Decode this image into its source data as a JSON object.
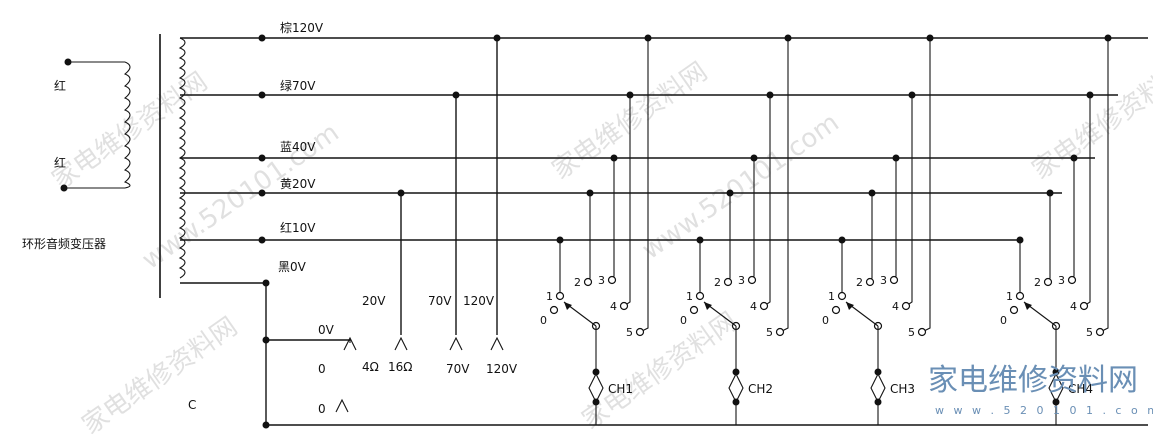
{
  "primary": {
    "lead_top": "红",
    "lead_bottom": "红",
    "transformer_name": "环形音频变压器"
  },
  "taps": [
    {
      "id": "t120",
      "label": "棕120V"
    },
    {
      "id": "t70",
      "label": "绿70V"
    },
    {
      "id": "t40",
      "label": "蓝40V"
    },
    {
      "id": "t20",
      "label": "黄20V"
    },
    {
      "id": "t10",
      "label": "红10V"
    },
    {
      "id": "t0",
      "label": "黑0V"
    }
  ],
  "outputs": {
    "v20": "20V",
    "v70": "70V",
    "v120": "120V",
    "ov": "0V",
    "zero": "0",
    "ohm4": "4Ω",
    "ohm16": "16Ω",
    "v70b": "70V",
    "v120b": "120V",
    "zero2": "0"
  },
  "channels": [
    {
      "name": "CH1",
      "pos": [
        "0",
        "1",
        "2",
        "3",
        "4",
        "5"
      ]
    },
    {
      "name": "CH2",
      "pos": [
        "0",
        "1",
        "2",
        "3",
        "4",
        "5"
      ]
    },
    {
      "name": "CH3",
      "pos": [
        "0",
        "1",
        "2",
        "3",
        "4",
        "5"
      ]
    },
    {
      "name": "CH4",
      "pos": [
        "0",
        "1",
        "2",
        "3",
        "4",
        "5"
      ]
    }
  ],
  "capacitor_label": "C",
  "watermark": {
    "text": "家电维修资料网",
    "url": "www.520101.com",
    "logo_text": "家电维修资料网",
    "logo_url": "w w w . 5 2 0 1 0 1 . c o m"
  }
}
